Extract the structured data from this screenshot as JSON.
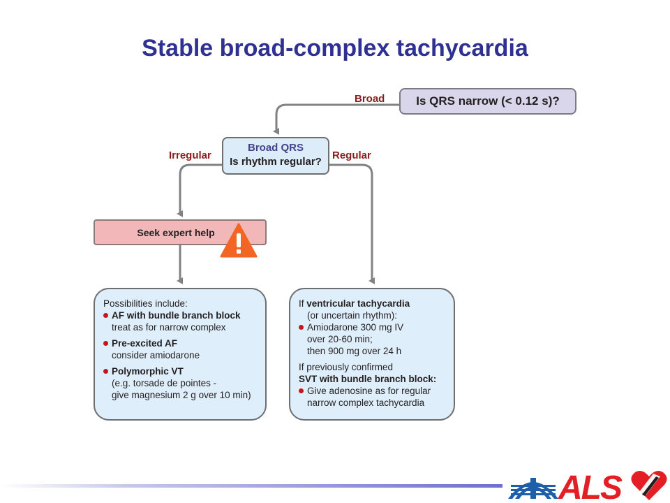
{
  "title": "Stable broad-complex tachycardia",
  "question_box": "Is QRS narrow (< 0.12 s)?",
  "labels": {
    "broad": "Broad",
    "irregular": "Irregular",
    "regular": "Regular"
  },
  "center_box": {
    "line1": "Broad QRS",
    "line2": "Is rhythm regular?"
  },
  "seek_box": "Seek expert help",
  "left_panel": {
    "intro": "Possibilities include:",
    "items": [
      {
        "heading": "AF with bundle branch block",
        "lines": [
          "treat as for narrow complex"
        ]
      },
      {
        "heading": "Pre-excited AF",
        "lines": [
          "consider amiodarone"
        ]
      },
      {
        "heading": "Polymorphic VT",
        "lines": [
          "(e.g. torsade de pointes -",
          "give magnesium 2 g over 10 min)"
        ]
      }
    ]
  },
  "right_panel": {
    "if_prefix": "If",
    "vt_bold": "ventricular tachycardia",
    "uncertain": "(or uncertain rhythm):",
    "amio": [
      "Amiodarone 300 mg IV",
      "over 20-60 min;",
      "then 900 mg over 24 h"
    ],
    "prev": "If previously confirmed",
    "svt_bold": "SVT with bundle branch block:",
    "aden": [
      "Give adenosine as for regular",
      "narrow complex tachycardia"
    ]
  },
  "logo": {
    "text": "ALS",
    "colors": {
      "text": "#e31e24",
      "blue": "#1f5fa8",
      "heart": "#e31e24"
    }
  },
  "colors": {
    "title": "#2e3192",
    "label": "#8a1c1c",
    "line": "#808285",
    "bullet": "#c4161c",
    "warning": "#f26522"
  },
  "icons": [
    "warning-icon"
  ]
}
